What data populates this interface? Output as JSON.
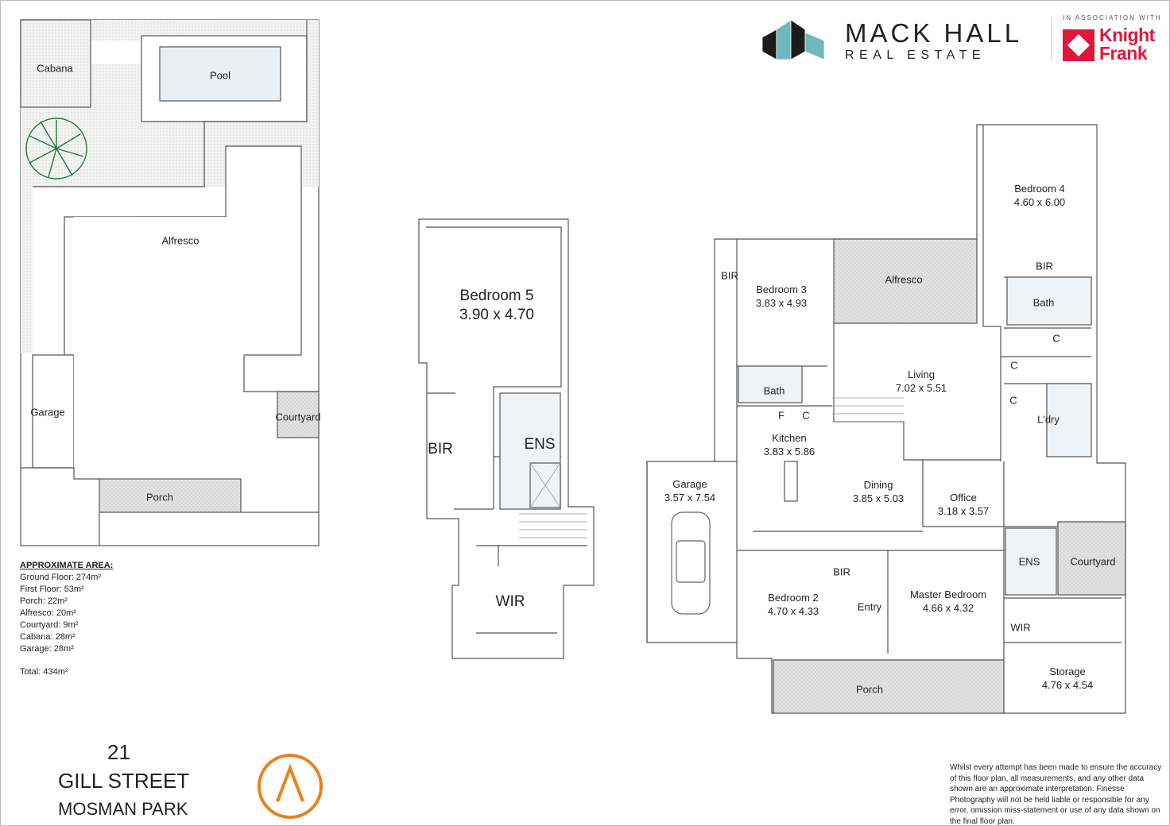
{
  "branding": {
    "agency_name": "MACK HALL",
    "agency_sub": "REAL ESTATE",
    "association_text": "IN ASSOCIATION WITH",
    "partner_line1": "Knight",
    "partner_line2": "Frank",
    "teal": "#6fb8bd",
    "partner_red": "#e0173d",
    "photographer_logo_color": "#e8821e"
  },
  "site_plan": {
    "rooms": [
      "Cabana",
      "Pool",
      "Alfresco",
      "Garage",
      "Courtyard",
      "Porch"
    ]
  },
  "first_floor": {
    "rooms": [
      {
        "name": "Bedroom 5",
        "size": "3.90 x 4.70"
      },
      {
        "name": "BIR"
      },
      {
        "name": "ENS"
      },
      {
        "name": "WIR"
      }
    ]
  },
  "ground_floor": {
    "rooms": [
      {
        "name": "Bedroom 4",
        "size": "4.60 x 6.00"
      },
      {
        "name": "BIR"
      },
      {
        "name": "Bedroom 3",
        "size": "3.83 x 4.93"
      },
      {
        "name": "Alfresco"
      },
      {
        "name": "BIR"
      },
      {
        "name": "Bath"
      },
      {
        "name": "C"
      },
      {
        "name": "Living",
        "size": "7.02 x 5.51"
      },
      {
        "name": "Bath"
      },
      {
        "name": "C"
      },
      {
        "name": "C"
      },
      {
        "name": "L'dry"
      },
      {
        "name": "F"
      },
      {
        "name": "C"
      },
      {
        "name": "Kitchen",
        "size": "3.83 x 5.86"
      },
      {
        "name": "Garage",
        "size": "3.57 x 7.54"
      },
      {
        "name": "Dining",
        "size": "3.85 x 5.03"
      },
      {
        "name": "Office",
        "size": "3.18 x 3.57"
      },
      {
        "name": "ENS"
      },
      {
        "name": "Courtyard"
      },
      {
        "name": "BIR"
      },
      {
        "name": "Bedroom 2",
        "size": "4.70 x 4.33"
      },
      {
        "name": "Entry"
      },
      {
        "name": "Master Bedroom",
        "size": "4.66 x 4.32"
      },
      {
        "name": "WIR"
      },
      {
        "name": "Storage",
        "size": "4.76 x 4.54"
      },
      {
        "name": "Porch"
      }
    ]
  },
  "approximate_area": {
    "heading": "APPROXIMATE AREA:",
    "lines": [
      "Ground Floor: 274m²",
      "First Floor: 53m²",
      "Porch: 22m²",
      "Alfresco: 20m²",
      "Courtyard: 9m²",
      "Cabana: 28m²",
      "Garage: 28m²"
    ],
    "total": "Total: 434m²"
  },
  "address": {
    "number": "21",
    "street": "GILL STREET",
    "suburb": "MOSMAN PARK"
  },
  "disclaimer": "Whilst every attempt has been made to ensure the accuracy of this floor plan, all measurements, and any other data shown are an approximate interpretation. Finesse Photography will not be held liable or responsible for any error, omission miss-statement or use of any data shown on the final floor plan."
}
